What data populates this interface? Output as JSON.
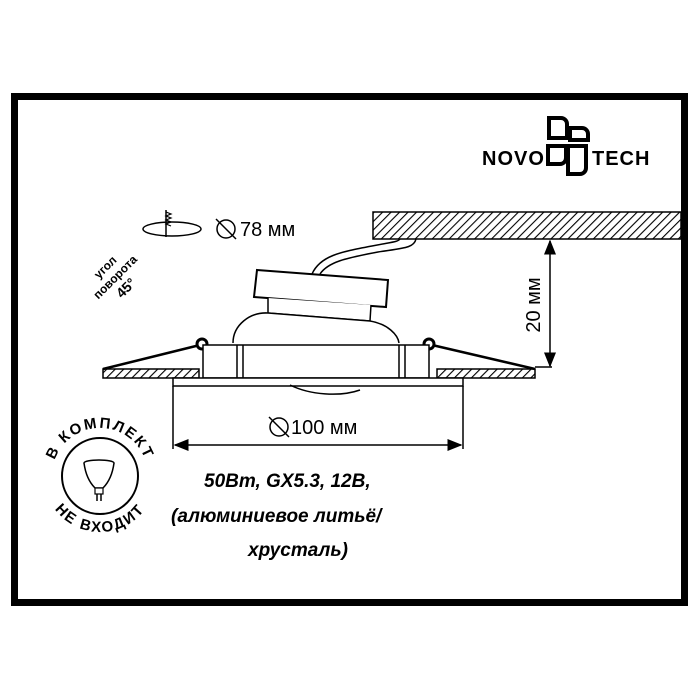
{
  "brand": {
    "logo_text_left": "NOVO",
    "logo_text_right": "TECH",
    "logo_name": "NOVOTECH"
  },
  "cutout": {
    "label": "78 мм",
    "symbol": "diameter"
  },
  "rotation": {
    "line1": "угол",
    "line2": "поворота",
    "line3": "45°"
  },
  "dimensions": {
    "height_label": "20 мм",
    "diameter_label": "100 мм"
  },
  "specs": {
    "line1": "50Вт, GX5.3, 12В,",
    "line2": "(алюминиевое литьё/",
    "line3": "хрусталь)"
  },
  "lamp_badge": {
    "text": "НЕ ВХОДИТ В КОМПЛЕКТ",
    "top_text": "В КОМПЛЕКТ",
    "bottom_text": "НЕ ВХОДИТ",
    "icon": "mr16-bulb-icon"
  },
  "colors": {
    "line": "#000000",
    "background": "#ffffff"
  }
}
